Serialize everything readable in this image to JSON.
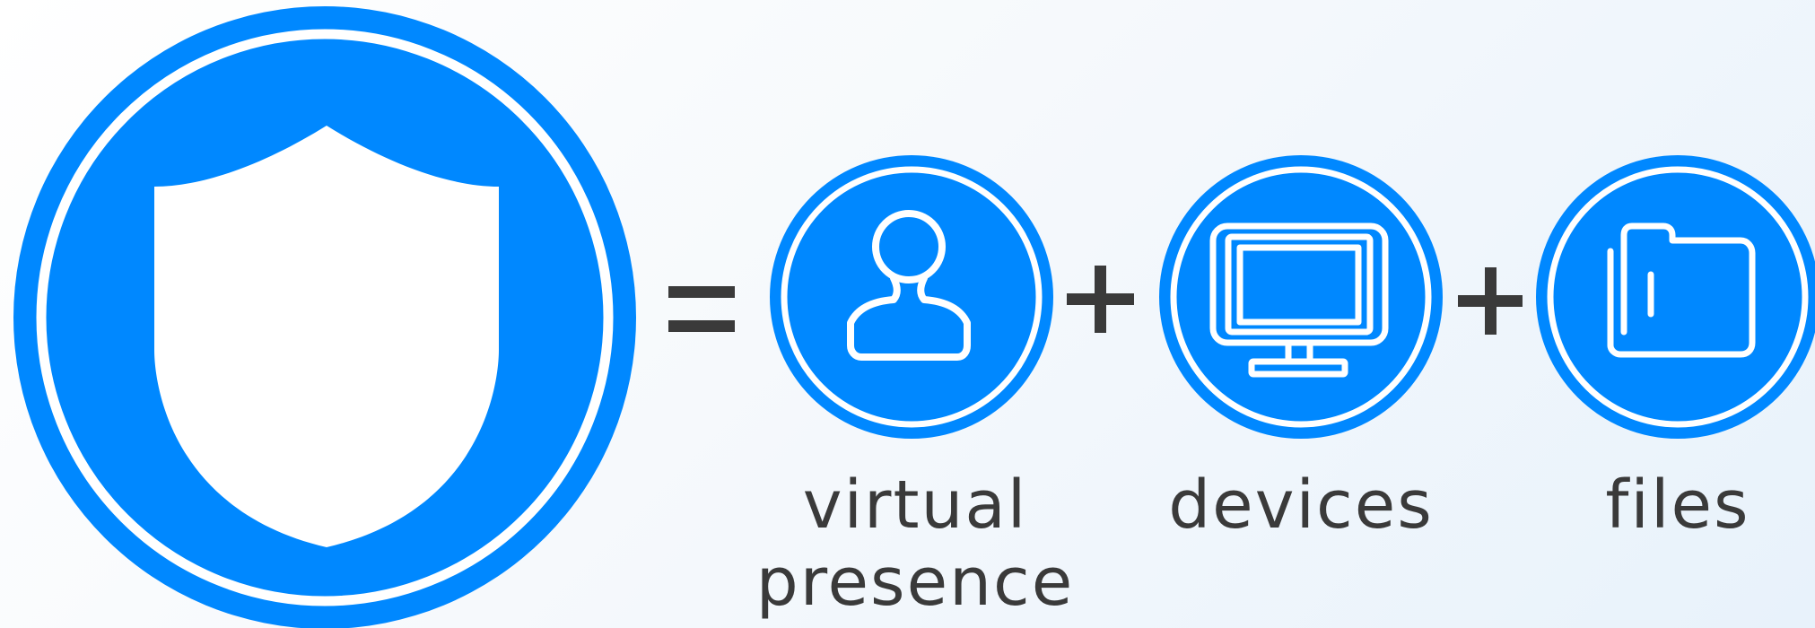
{
  "colors": {
    "accent_blue": "#0088ff",
    "operator_gray": "#3a3a3a",
    "icon_white": "#ffffff"
  },
  "equation": {
    "result_icon": "shield-icon",
    "equals_symbol": "=",
    "plus_symbol": "+",
    "terms": [
      {
        "icon": "user-icon",
        "label": "virtual\npresence"
      },
      {
        "icon": "monitor-icon",
        "label": "devices"
      },
      {
        "icon": "folder-icon",
        "label": "files"
      }
    ]
  }
}
